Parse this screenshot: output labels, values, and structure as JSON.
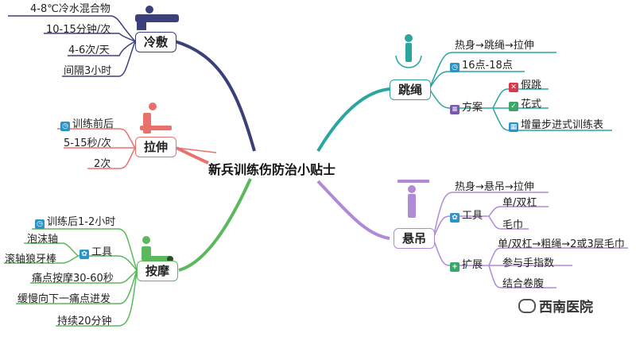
{
  "center": {
    "title": "新兵训练伤防治小贴士"
  },
  "branches": {
    "cold": {
      "label": "冷敷",
      "items": [
        "4-8℃冷水混合物",
        "10-15分钟/次",
        "4-6次/天",
        "间隔3小时"
      ]
    },
    "stretch": {
      "label": "拉伸",
      "items": [
        "训练前后",
        "5-15秒/次",
        "2次"
      ]
    },
    "massage": {
      "label": "按摩",
      "items": [
        "训练后1-2小时",
        "工具",
        "泡沫轴",
        "滚轴狼牙棒",
        "痛点按摩30-60秒",
        "缓慢向下一痛点进发",
        "持续20分钟"
      ]
    },
    "rope": {
      "label": "跳绳",
      "items": [
        "热身→跳绳→拉伸",
        "16点-18点",
        "方案",
        "假跳",
        "花式",
        "增量步进式训练表"
      ]
    },
    "hang": {
      "label": "悬吊",
      "items": [
        "热身→悬吊→拉伸",
        "工具",
        "单/双杠",
        "毛巾",
        "扩展",
        "单/双杠→粗绳→2或3层毛巾",
        "参与手指数",
        "结合卷腹"
      ]
    }
  },
  "watermark": "西南医院",
  "colors": {
    "cold": "#3b3f7a",
    "stretch": "#e8716e",
    "massage": "#5cb85c",
    "rope": "#2aa5a0",
    "hang": "#b08ad6"
  }
}
